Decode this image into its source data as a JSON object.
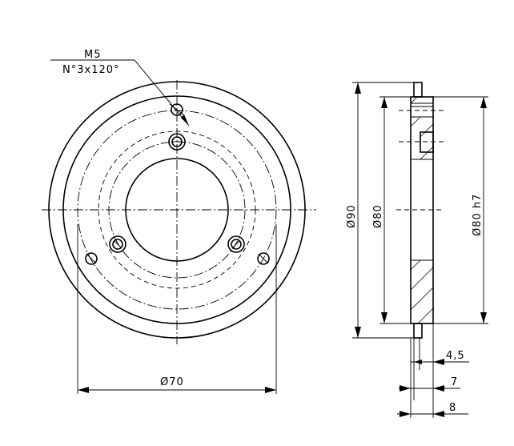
{
  "front_view": {
    "thread_label": "M5",
    "pattern_label": "N°3x120°",
    "dim_bolt_circle": "Ø70"
  },
  "side_view": {
    "dim_outer": "Ø90",
    "dim_body": "Ø80",
    "dim_fit": "Ø80 h7",
    "dim_flange": "4,5",
    "dim_step": "7",
    "dim_total": "8"
  }
}
